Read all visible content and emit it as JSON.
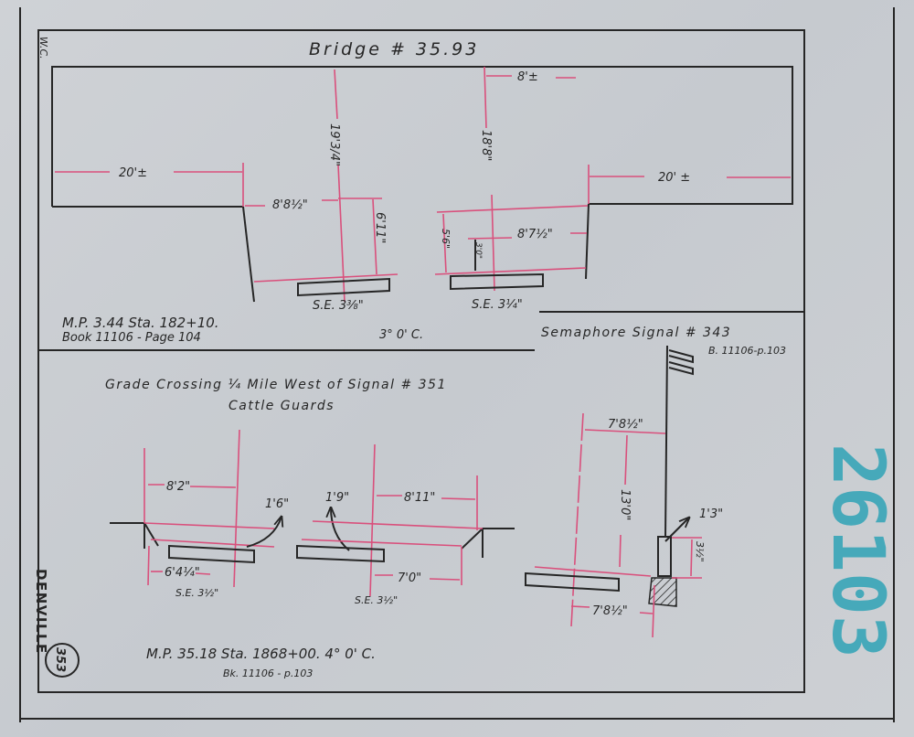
{
  "colors": {
    "paper": "#c9cdd2",
    "ink": "#262626",
    "dimension_red": "#d9507c",
    "stamp": "#2fa3b6"
  },
  "margin": {
    "initials": "W.C.",
    "location": "DENVILLE",
    "sheet_number": "353",
    "stamp_number": "26103"
  },
  "bridge": {
    "title": "Bridge # 35.93",
    "dim_left_span": "20'±",
    "dim_left_clear": "8'8½\"",
    "dim_left_height": "19'3/4\"",
    "dim_left_abut": "6'11\"",
    "se_left": "S.E. 3⅜\"",
    "dim_right_top": "8'±",
    "dim_right_height": "18'8\"",
    "dim_right_abut": "5'6\"",
    "dim_right_small": "3'0\"",
    "dim_right_clear": "8'7½\"",
    "dim_right_span": "20' ±",
    "se_right": "S.E. 3¼\"",
    "milepost": "M.P. 3.44  Sta. 182+10.",
    "book": "Book 11106 - Page 104",
    "curve": "3° 0' C."
  },
  "semaphore": {
    "title": "Semaphore Signal # 343",
    "ref": "B. 11106-p.103",
    "dim_top_clear": "7'8½\"",
    "dim_height": "13'0\"",
    "dim_base_offset": "1'3\"",
    "dim_base_height": "3½\"",
    "dim_bottom_clear": "7'8½\""
  },
  "grade_crossing": {
    "title": "Grade Crossing ¼ Mile West of Signal # 351",
    "subtitle": "Cattle Guards",
    "dim_left_top": "8'2\"",
    "dim_left_drop": "1'6\"",
    "dim_left_bottom": "6'4¼\"",
    "se_left": "S.E. 3½\"",
    "dim_right_drop": "1'9\"",
    "dim_right_top": "8'11\"",
    "dim_right_bottom": "7'0\"",
    "se_right": "S.E. 3½\"",
    "milepost": "M.P. 35.18  Sta. 1868+00.  4° 0' C.",
    "ref": "Bk. 11106 - p.103"
  }
}
